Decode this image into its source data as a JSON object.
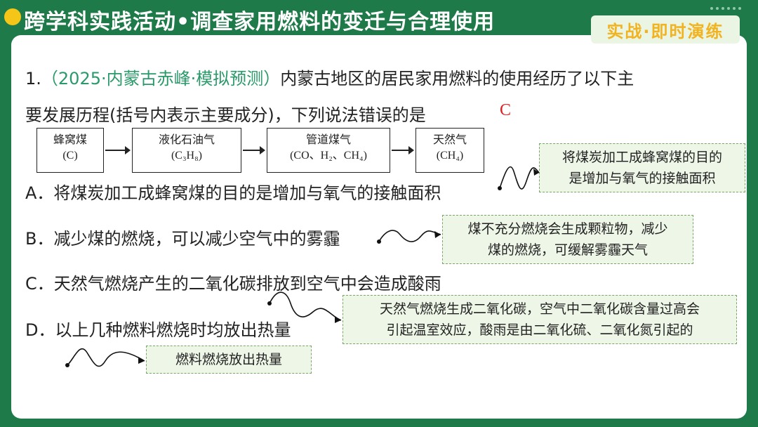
{
  "header": {
    "title": "跨学科实践活动•调查家用燃料的变迁与合理使用",
    "badge": "实战·即时演练"
  },
  "question": {
    "number": "1.",
    "source": "（2025·内蒙古赤峰·模拟预测）",
    "text_line1": "内蒙古地区的居民家用燃料的使用经历了以下主",
    "text_line2": "要发展历程(括号内表示主要成分)，下列说法错误的是",
    "answer": "C"
  },
  "flow": [
    {
      "name": "蜂窝煤",
      "formula": "(C)"
    },
    {
      "name": "液化石油气",
      "formula": "(C₃H₈)"
    },
    {
      "name": "管道煤气",
      "formula": "(CO、H₂、CH₄)"
    },
    {
      "name": "天然气",
      "formula": "(CH₄)"
    }
  ],
  "options": {
    "A": "A．将煤炭加工成蜂窝煤的目的是增加与氧气的接触面积",
    "B": "B．减少煤的燃烧，可以减少空气中的雾霾",
    "C": "C．天然气燃烧产生的二氧化碳排放到空气中会造成酸雨",
    "D": "D．以上几种燃料燃烧时均放出热量"
  },
  "notes": {
    "A": {
      "line1": "将煤炭加工成蜂窝煤的目的",
      "line2": "是增加与氧气的接触面积"
    },
    "B": {
      "line1": "煤不充分燃烧会生成颗粒物，减少",
      "line2": "煤的燃烧，可缓解雾霾天气"
    },
    "C": {
      "line1": "天然气燃烧生成二氧化碳，空气中二氧化碳含量过高会",
      "line2": "引起温室效应，酸雨是由二氧化硫、二氧化氮引起的"
    },
    "D": {
      "line1": "燃料燃烧放出热量"
    }
  }
}
